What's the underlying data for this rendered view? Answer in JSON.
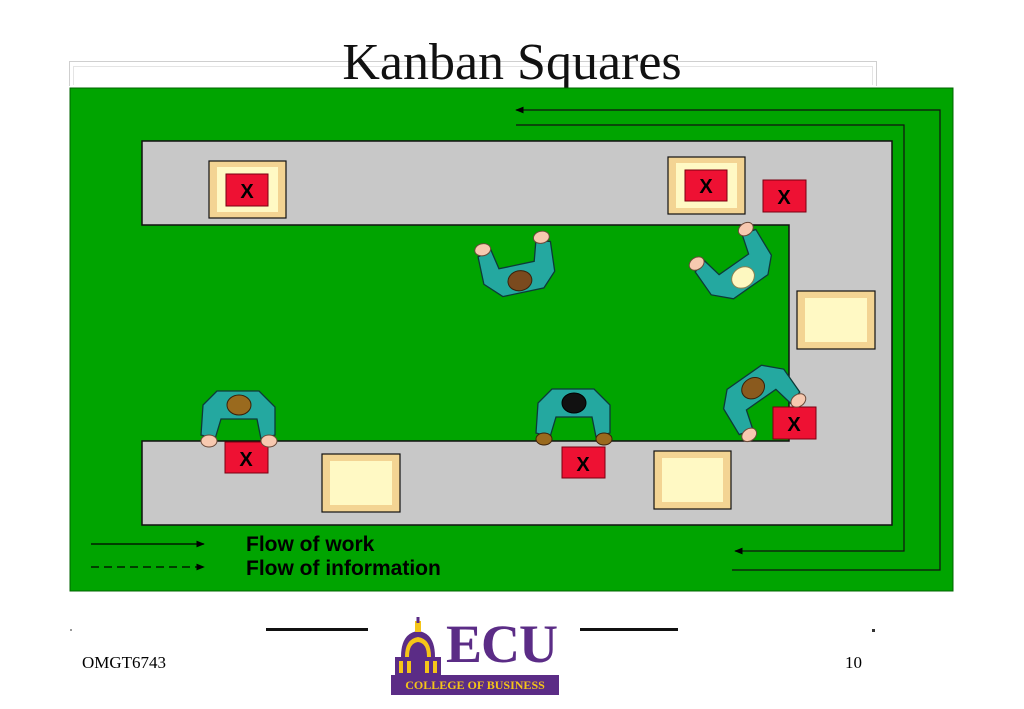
{
  "slide": {
    "title": "Kanban Squares",
    "footer_course": "OMGT6743",
    "page_number": "10"
  },
  "diagram": {
    "kanban_mark": "X",
    "legend": {
      "work_label": "Flow of work",
      "information_label": "Flow of information"
    },
    "colors": {
      "floor": "#00a400",
      "table": "#c8c8c8",
      "kanban_empty": "#fff9c4",
      "kanban_frame": "#f3d493",
      "kanban_full": "#ee1133",
      "worker": "#24a8a0"
    }
  },
  "logo": {
    "name": "ECU",
    "subtitle": "COLLEGE OF BUSINESS",
    "colors": {
      "purple": "#5b2c86",
      "gold": "#f5c518"
    }
  }
}
